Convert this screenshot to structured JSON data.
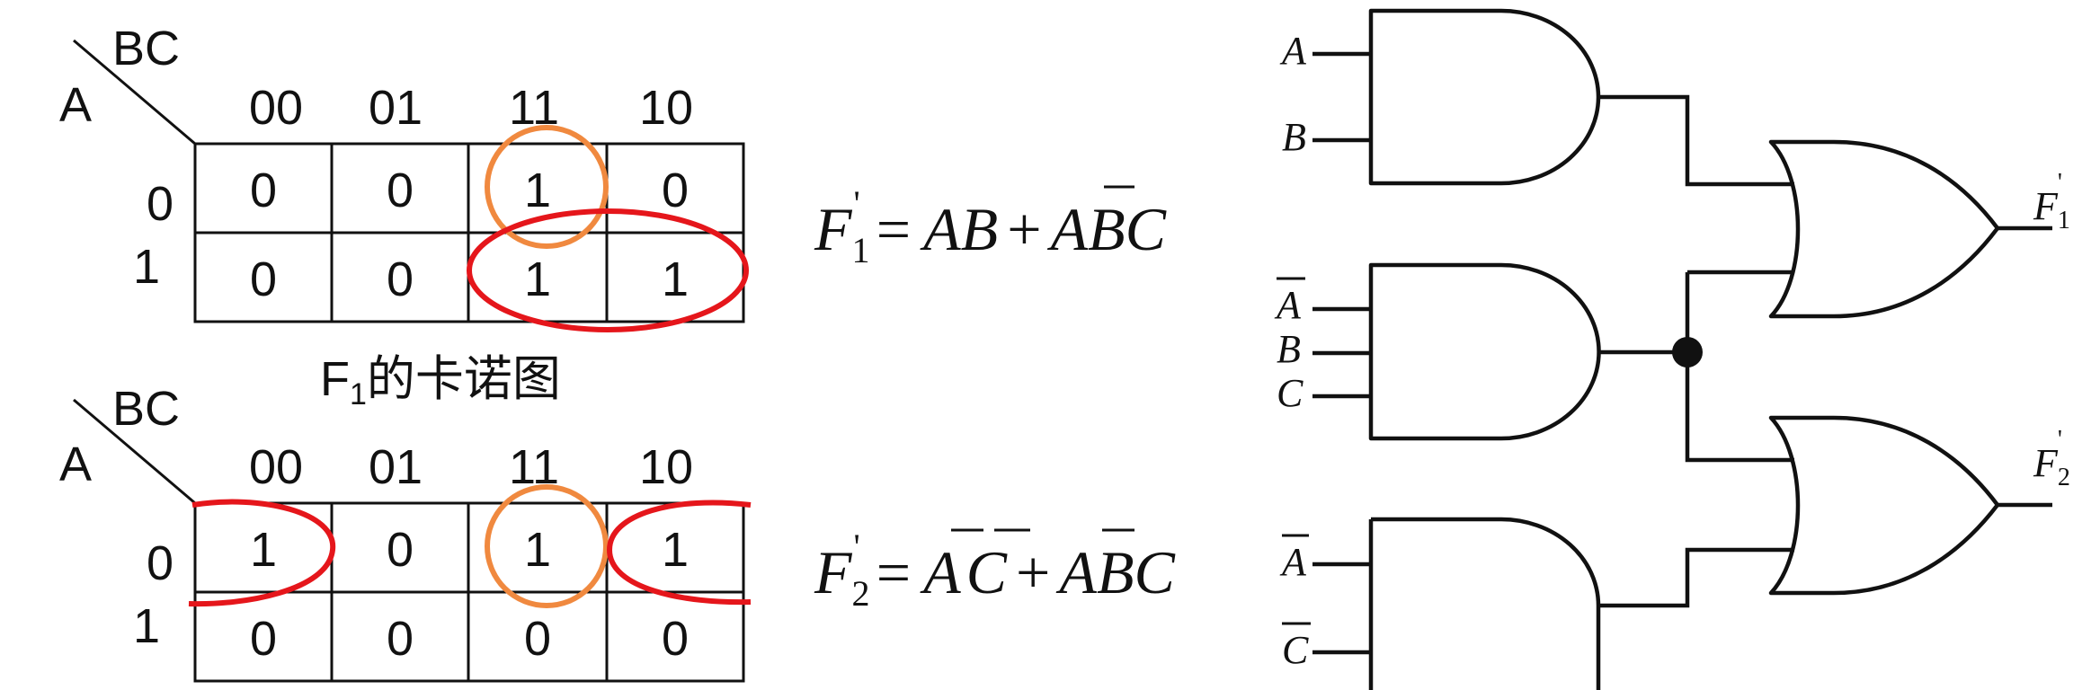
{
  "kmaps": [
    {
      "row_var": "A",
      "col_var": "BC",
      "col_labels": [
        "00",
        "01",
        "11",
        "10"
      ],
      "row_labels": [
        "0",
        "1"
      ],
      "cells": [
        [
          "0",
          "0",
          "1",
          "0"
        ],
        [
          "0",
          "0",
          "1",
          "1"
        ]
      ],
      "caption_main": "F",
      "caption_sub": "1",
      "caption_rest": "的卡诺图"
    },
    {
      "row_var": "A",
      "col_var": "BC",
      "col_labels": [
        "00",
        "01",
        "11",
        "10"
      ],
      "row_labels": [
        "0",
        "1"
      ],
      "cells": [
        [
          "1",
          "0",
          "1",
          "1"
        ],
        [
          "0",
          "0",
          "0",
          "0"
        ]
      ]
    }
  ],
  "equations": [
    {
      "lhs": "F",
      "sub": "1",
      "prime": "'",
      "eq": "=",
      "t1": "AB",
      "plus": "+",
      "t2_bar": "A",
      "t2_rest": "BC"
    },
    {
      "lhs": "F",
      "sub": "2",
      "prime": "'",
      "eq": "=",
      "t1_bar_a": "A",
      "t1_bar_b": "C",
      "plus": "+",
      "t2_bar": "A",
      "t2_rest": "BC"
    }
  ],
  "circuit": {
    "inputs": [
      "A",
      "B",
      "A",
      "B",
      "C",
      "A",
      "C"
    ],
    "out1_main": "F",
    "out1_sub": "1",
    "out1_prime": "'",
    "out2_main": "F",
    "out2_sub": "2",
    "out2_prime": "'"
  },
  "colors": {
    "loop_red": "#e5161b",
    "loop_orange": "#f0893f"
  }
}
